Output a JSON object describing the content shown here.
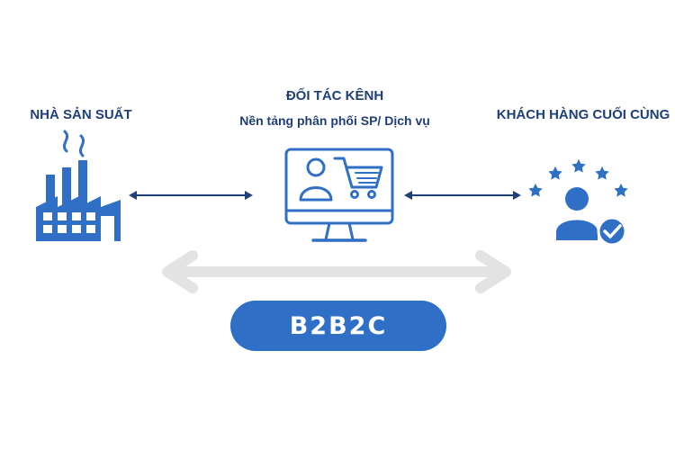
{
  "nodes": {
    "manufacturer": {
      "label": "NHÀ SẢN SUẤT",
      "icon": "factory-icon"
    },
    "partner": {
      "title": "ĐỐI TÁC KÊNH",
      "subtitle": "Nền tảng phân phối SP/ Dịch vụ",
      "icon": "computer-shopping-cart-icon"
    },
    "customer": {
      "label": "KHÁCH HÀNG CUỐI CÙNG",
      "icon": "customer-rating-icon"
    }
  },
  "model": {
    "label": "B2B2C"
  },
  "colors": {
    "primary": "#2f6fc6",
    "text": "#1f3f77",
    "arrow": "#1f3f77",
    "big_arrow": "#e3e3e3"
  }
}
